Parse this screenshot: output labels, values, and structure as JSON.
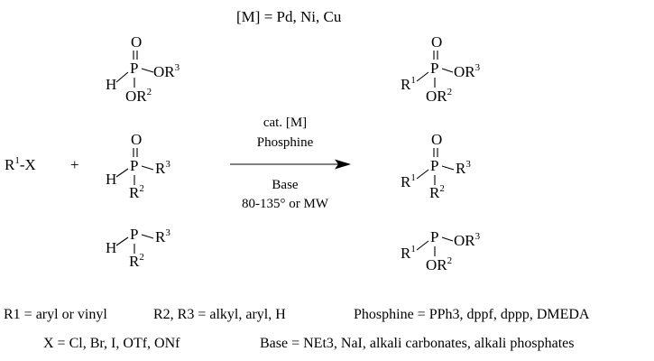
{
  "header": {
    "metal_def": "[M] = Pd, Ni, Cu"
  },
  "reactant": {
    "prefix": "R",
    "sup": "1",
    "suffix": "-X"
  },
  "plus": "+",
  "conditions": {
    "above_1": "cat. [M]",
    "above_2": "Phosphine",
    "below_1": "Base",
    "below_2": "80-135° or MW"
  },
  "atoms": {
    "P": "P",
    "O": "O",
    "H": "H",
    "R": "R",
    "OR": "OR",
    "OR_suffix": "OR",
    "sup1": "1",
    "sup2": "2",
    "sup3": "3"
  },
  "footnotes": {
    "r1_def": "R1 = aryl or vinyl",
    "r23_def": "R2, R3 = alkyl, aryl, H",
    "phosphine_def": "Phosphine = PPh3, dppf, dppp, DMEDA",
    "x_def": "X = Cl, Br, I, OTf, ONf",
    "base_def": "Base = NEt3, NaI, alkali carbonates, alkali phosphates"
  }
}
